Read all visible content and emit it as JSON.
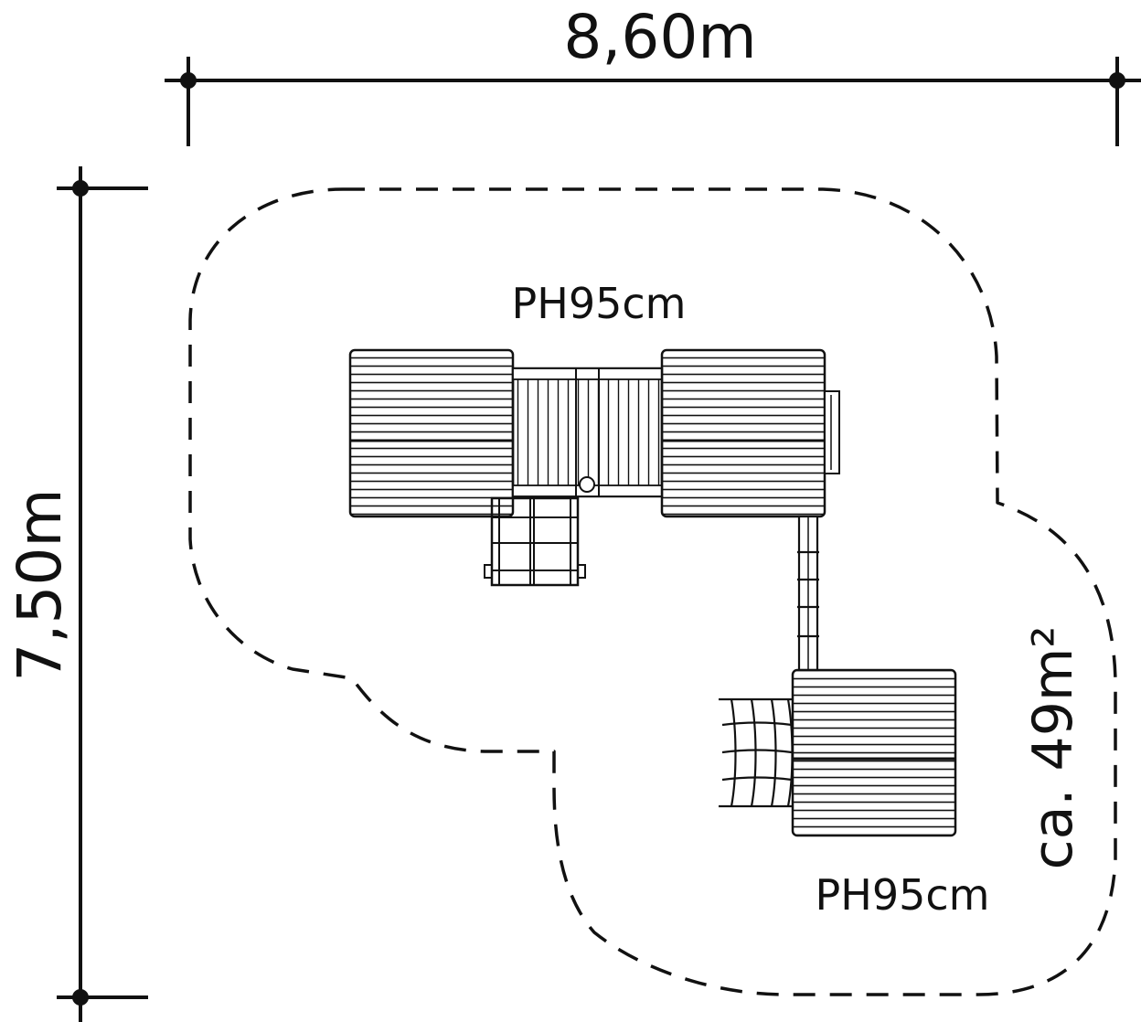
{
  "dimensions": {
    "width_label": "8,60m",
    "height_label": "7,50m"
  },
  "platforms": {
    "top_label": "PH95cm",
    "bottom_label": "PH95cm"
  },
  "area_label": "ca. 49m²",
  "colors": {
    "ink": "#111111",
    "background": "#ffffff"
  }
}
